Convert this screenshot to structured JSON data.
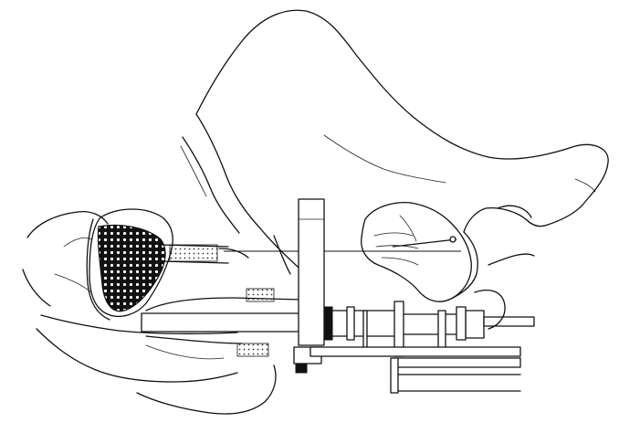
{
  "figure": {
    "kind": "line-drawing",
    "palette": {
      "ink": "#111111",
      "paper": "#ffffff"
    },
    "parts": [
      "patient-leg-outline",
      "bladder",
      "prostate-hatched",
      "rectum",
      "urethra",
      "catheter",
      "template-grid-vertical-bar",
      "transrectal-ultrasound-probe",
      "stepper-base",
      "hand-with-needle",
      "needle"
    ]
  }
}
